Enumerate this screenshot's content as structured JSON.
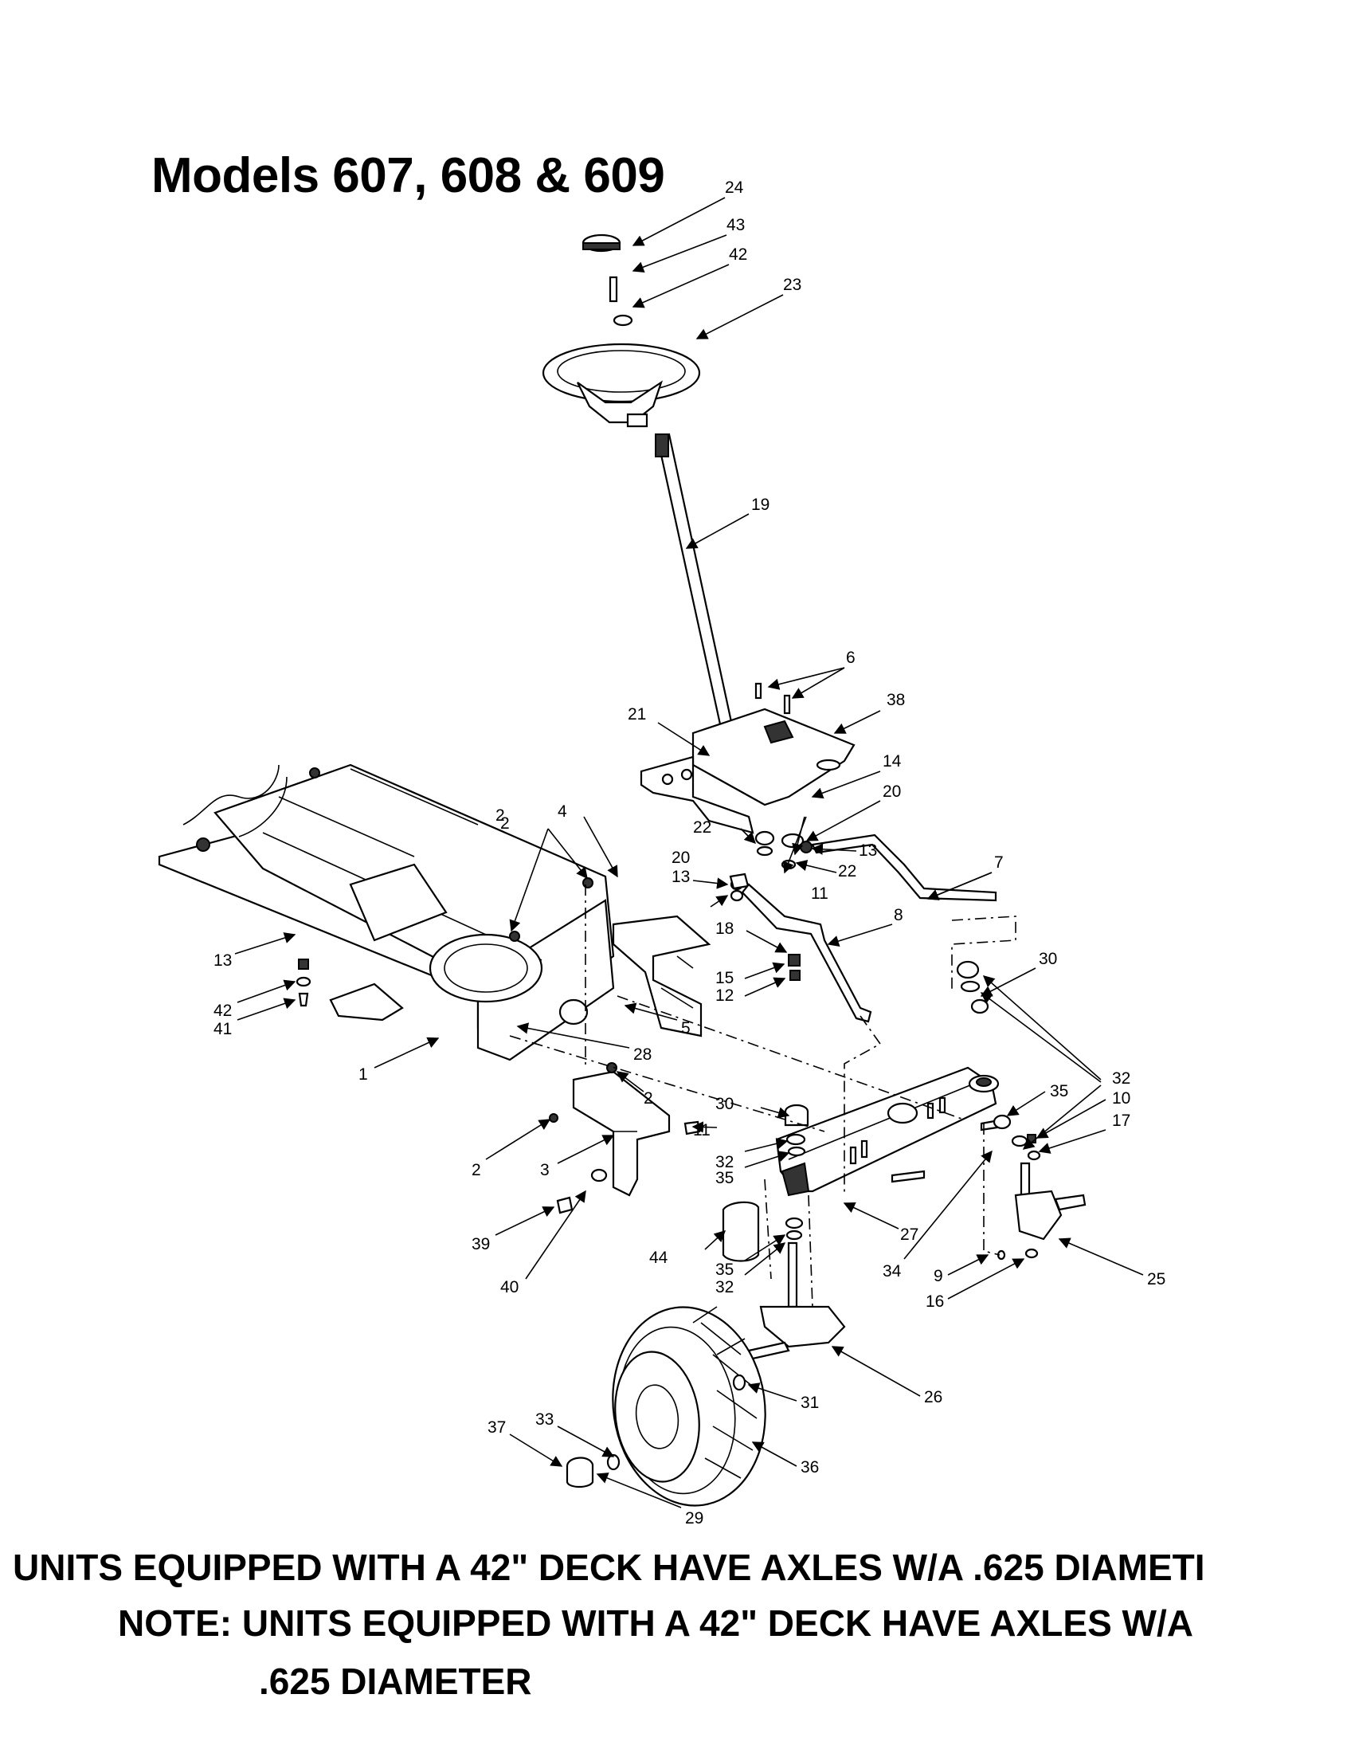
{
  "title": "Models 607, 608 & 609",
  "notes": {
    "line1": "UNITS EQUIPPED WITH A 42\" DECK HAVE AXLES W/A .625 DIAMETI",
    "line2": "NOTE: UNITS EQUIPPED WITH A 42\" DECK HAVE AXLES W/A",
    "line3": ".625 DIAMETER"
  },
  "callouts": [
    "24",
    "43",
    "42",
    "23",
    "19",
    "6",
    "38",
    "21",
    "14",
    "20",
    "22",
    "13",
    "22",
    "11",
    "7",
    "20",
    "13",
    "8",
    "18",
    "15",
    "12",
    "30",
    "2",
    "4",
    "2",
    "13",
    "42",
    "41",
    "1",
    "5",
    "28",
    "2",
    "2",
    "3",
    "11",
    "30",
    "32",
    "35",
    "27",
    "32",
    "10",
    "35",
    "17",
    "44",
    "35",
    "32",
    "39",
    "40",
    "34",
    "9",
    "16",
    "25",
    "26",
    "31",
    "33",
    "37",
    "36",
    "29"
  ]
}
